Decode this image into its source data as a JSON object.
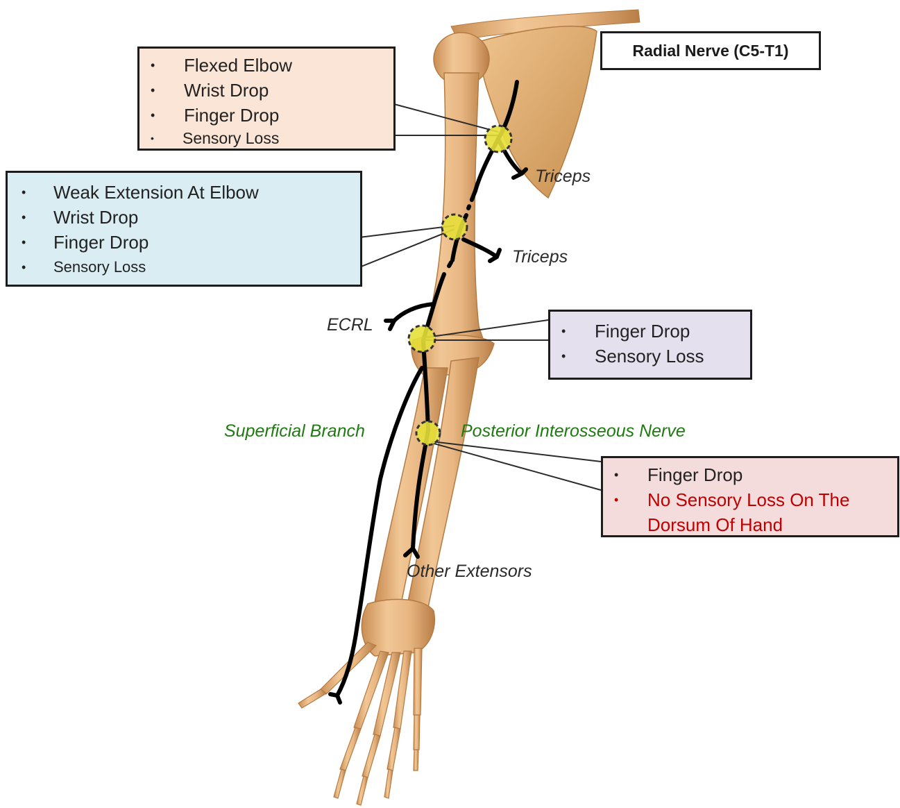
{
  "title": "Radial Nerve (C5-T1)",
  "colors": {
    "bone": "#e8b682",
    "bone_shadow": "#c98d54",
    "nerve": "#000000",
    "lesion": "#e6df3a",
    "box_axilla": "#fbe5d6",
    "box_spiral": "#d9edf3",
    "box_elbow": "#e4e0ee",
    "box_pin": "#f4dcdc",
    "warning_text": "#c00000",
    "branch_label": "#1f7a12"
  },
  "callouts": [
    {
      "id": "axilla",
      "items": [
        {
          "text": "Flexed Elbow",
          "size": "lg"
        },
        {
          "text": "Wrist Drop",
          "size": "lg"
        },
        {
          "text": "Finger Drop",
          "size": "lg"
        },
        {
          "text": "Sensory Loss",
          "size": "sm"
        }
      ]
    },
    {
      "id": "spiral-groove",
      "items": [
        {
          "text": "Weak Extension At Elbow",
          "size": "lg"
        },
        {
          "text": "Wrist Drop",
          "size": "lg"
        },
        {
          "text": "Finger Drop",
          "size": "lg"
        },
        {
          "text": "Sensory Loss",
          "size": "sm"
        }
      ]
    },
    {
      "id": "elbow",
      "items": [
        {
          "text": "Finger Drop",
          "size": "lg"
        },
        {
          "text": "Sensory Loss",
          "size": "lg"
        }
      ]
    },
    {
      "id": "posterior-interosseous",
      "items": [
        {
          "text": "Finger Drop",
          "size": "lg",
          "warning": false
        },
        {
          "text": "No Sensory Loss On The",
          "size": "lg",
          "warning": true,
          "continuation": "Dorsum Of Hand"
        }
      ]
    }
  ],
  "labels": {
    "triceps_upper": "Triceps",
    "triceps_lower": "Triceps",
    "ecrl": "ECRL",
    "superficial_branch": "Superficial Branch",
    "posterior_interosseous": "Posterior Interosseous Nerve",
    "other_extensors": "Other Extensors"
  },
  "lesion_sites": [
    "axilla",
    "spiral-groove",
    "elbow",
    "posterior-interosseous"
  ]
}
